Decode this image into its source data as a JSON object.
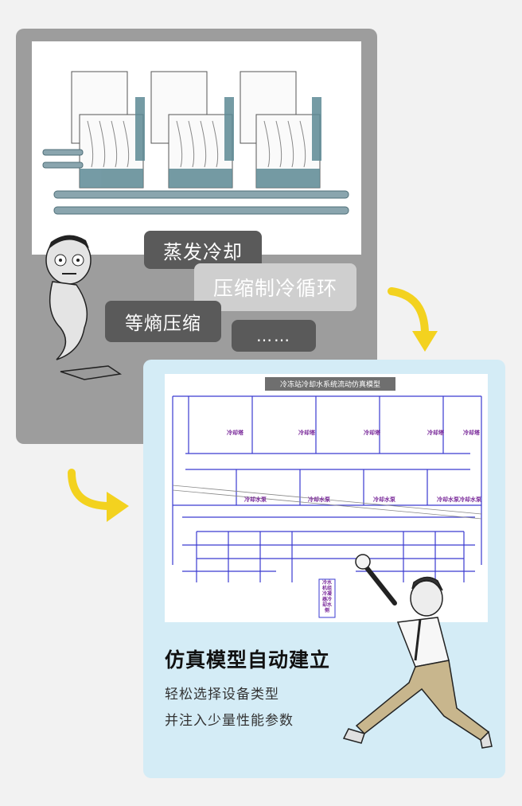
{
  "tags": {
    "evaporative_cooling": "蒸发冷却",
    "compression_refrigeration_cycle": "压缩制冷循环",
    "isentropic_compression": "等熵压缩",
    "ellipsis": "……"
  },
  "diagram": {
    "title": "冷冻站冷却水系统流动仿真模型",
    "tower_labels": [
      "冷却塔",
      "冷却塔",
      "冷却塔",
      "冷却塔",
      "冷却塔"
    ],
    "pump_labels": [
      "冷却水泵",
      "冷却水泵",
      "冷却水泵",
      "冷却水泵",
      "冷却水泵"
    ],
    "legend_label": "冷水机组冷凝器冷却水侧"
  },
  "feature": {
    "heading": "仿真模型自动建立",
    "line1": "轻松选择设备类型",
    "line2": "并注入少量性能参数"
  },
  "colors": {
    "gray_card": "#9d9d9d",
    "blue_card": "#d4ecf6",
    "arrow": "#f3d21f",
    "pipe_blue": "#3a3ad0",
    "label_purple": "#7a2a9a"
  }
}
